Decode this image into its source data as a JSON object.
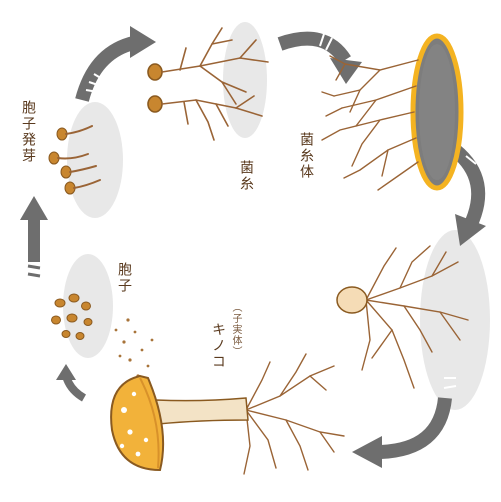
{
  "labels": {
    "spore_germination": "胞子発芽",
    "spore": "胞子",
    "hyphae": "菌糸",
    "mycelium": "菌糸体",
    "mushroom": "キノコ",
    "fruiting_body": "（子実体）"
  },
  "colors": {
    "hypha": "#9a6436",
    "spore": "#c8862f",
    "cap": "#f2b23a",
    "disc_rim": "#f4b321",
    "disc": "#7d7d7d",
    "blob": "#e6e6e6",
    "arrow": "#6e6e6e"
  }
}
